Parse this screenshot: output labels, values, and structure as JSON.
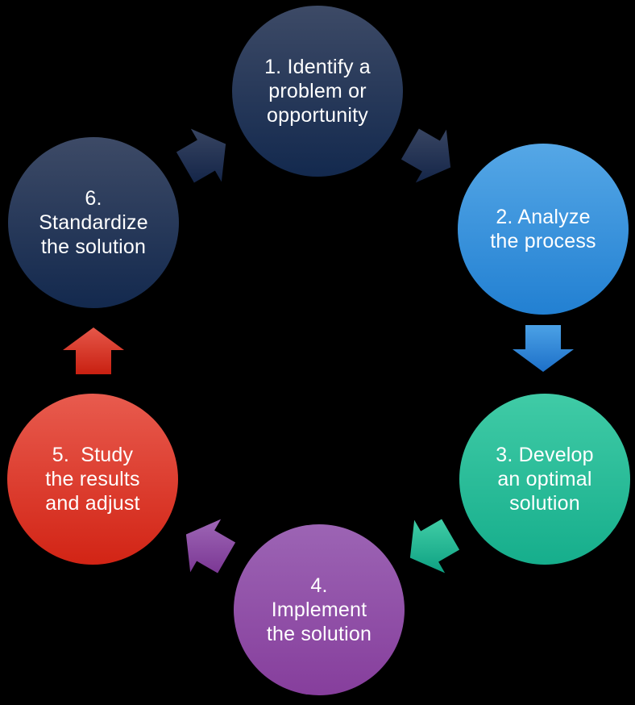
{
  "background_color": "#000000",
  "diagram": {
    "type": "cycle",
    "text_color": "#ffffff",
    "steps": [
      {
        "number": "1",
        "label": "1. Identify a\nproblem or\nopportunity",
        "color_top": "#3d4a66",
        "color_bottom": "#13294e"
      },
      {
        "number": "2",
        "label": "2. Analyze\nthe process",
        "color_top": "#55a7e6",
        "color_bottom": "#2280d2"
      },
      {
        "number": "3",
        "label": "3. Develop\nan optimal\nsolution",
        "color_top": "#40cba6",
        "color_bottom": "#16ae8c"
      },
      {
        "number": "4",
        "label": "4.\nImplement\nthe solution",
        "color_top": "#9c64b4",
        "color_bottom": "#863e9c"
      },
      {
        "number": "5",
        "label": "5.  Study\nthe results\nand adjust",
        "color_top": "#e85b4e",
        "color_bottom": "#d22415"
      },
      {
        "number": "6",
        "label": "6.\nStandardize\nthe solution",
        "color_top": "#3d4a66",
        "color_bottom": "#13294e"
      }
    ],
    "arrows": [
      {
        "from": "6",
        "to": "1",
        "color_light": "#364360",
        "color_dark": "#16274a"
      },
      {
        "from": "1",
        "to": "2",
        "color_light": "#364360",
        "color_dark": "#16274a"
      },
      {
        "from": "2",
        "to": "3",
        "color_light": "#4ca2e6",
        "color_dark": "#1c6fc8"
      },
      {
        "from": "3",
        "to": "4",
        "color_light": "#3ecba4",
        "color_dark": "#10a384"
      },
      {
        "from": "4",
        "to": "5",
        "color_light": "#9c64b4",
        "color_dark": "#7d3a96"
      },
      {
        "from": "5",
        "to": "6",
        "color_light": "#e6584a",
        "color_dark": "#c81f10"
      }
    ]
  }
}
